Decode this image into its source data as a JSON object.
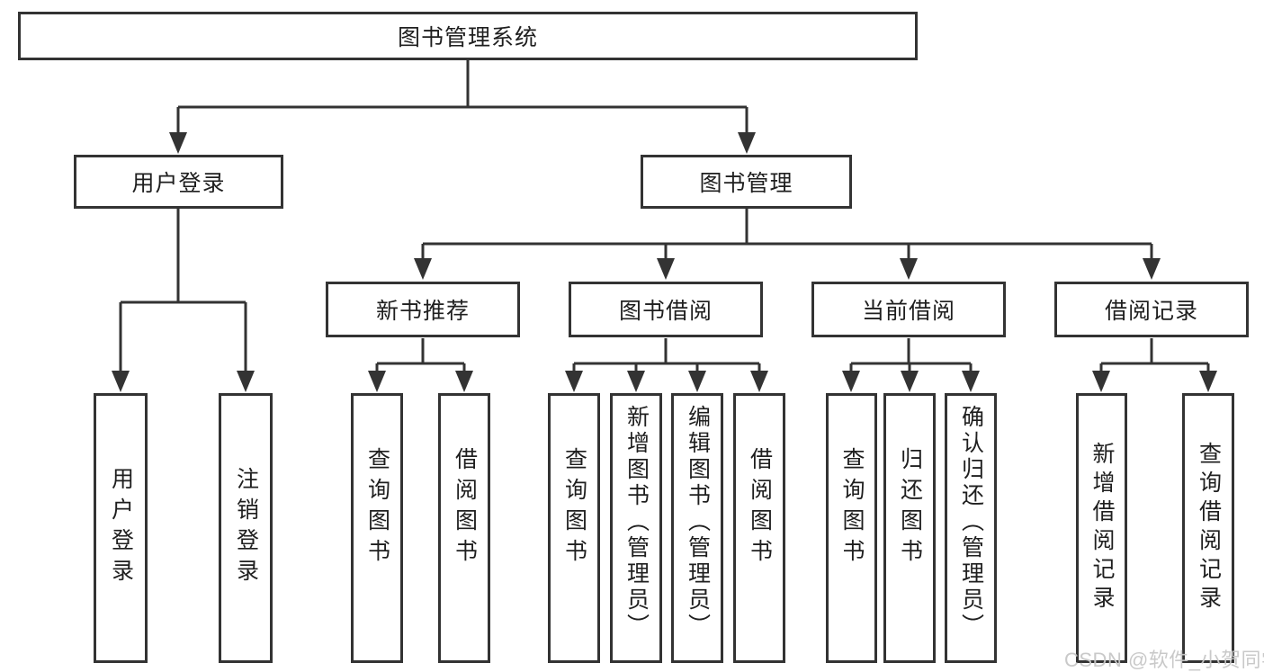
{
  "diagram": {
    "title": "图书管理系统",
    "level2": [
      {
        "label": "用户登录"
      },
      {
        "label": "图书管理"
      }
    ],
    "level3": [
      {
        "label": "新书推荐"
      },
      {
        "label": "图书借阅"
      },
      {
        "label": "当前借阅"
      },
      {
        "label": "借阅记录"
      }
    ],
    "leaves": {
      "user_login": [
        "用户登录",
        "注销登录"
      ],
      "new_book": [
        "查询图书",
        "借阅图书"
      ],
      "book_borrow": [
        "查询图书",
        "新增图书（管理员）",
        "编辑图书（管理员）",
        "借阅图书"
      ],
      "current_borrow": [
        "查询图书",
        "归还图书",
        "确认归还（管理员）"
      ],
      "borrow_record": [
        "新增借阅记录",
        "查询借阅记录"
      ]
    }
  },
  "colors": {
    "line": "#333333",
    "text": "#1f1f1f",
    "box_background": "#ffffff",
    "watermark": "#c6c6c6"
  },
  "watermark": "CSDN @软件_小贺同学"
}
